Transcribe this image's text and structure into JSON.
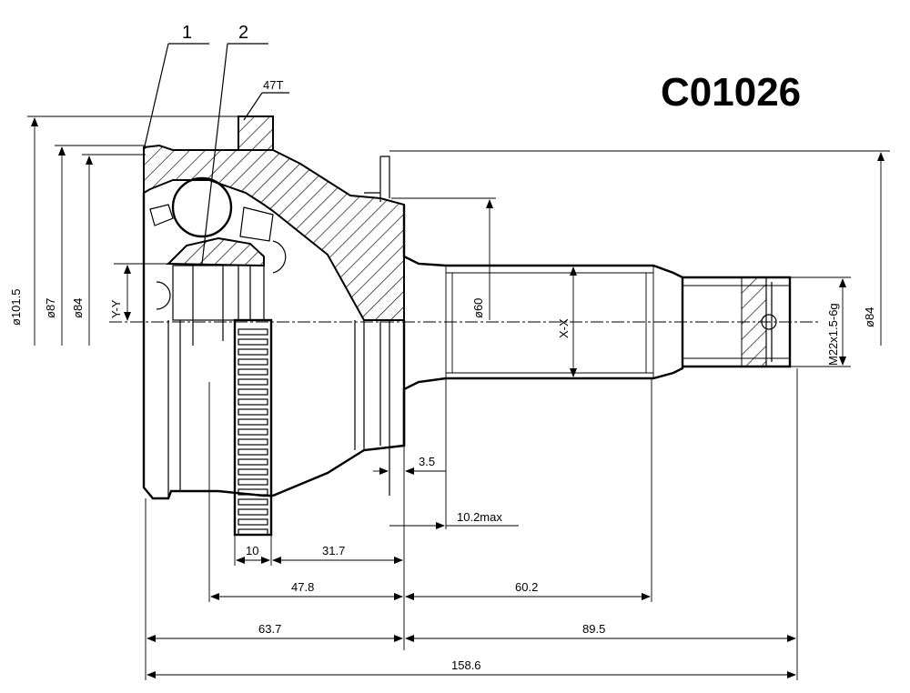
{
  "part_number": "C01026",
  "callouts": {
    "item1": "1",
    "item2": "2",
    "teeth": "47T"
  },
  "section_labels": {
    "yy": "Y-Y",
    "xx": "X-X"
  },
  "diameters": {
    "d101_5": "ø101.5",
    "d87": "ø87",
    "d84_left": "ø84",
    "d60": "ø60",
    "d84_right": "ø84",
    "thread": "M22x1.5-6g"
  },
  "lengths": {
    "l3_5": "3.5",
    "l10_2": "10.2max",
    "l10": "10",
    "l31_7": "31.7",
    "l47_8": "47.8",
    "l60_2": "60.2",
    "l63_7": "63.7",
    "l89_5": "89.5",
    "l158_6": "158.6"
  }
}
